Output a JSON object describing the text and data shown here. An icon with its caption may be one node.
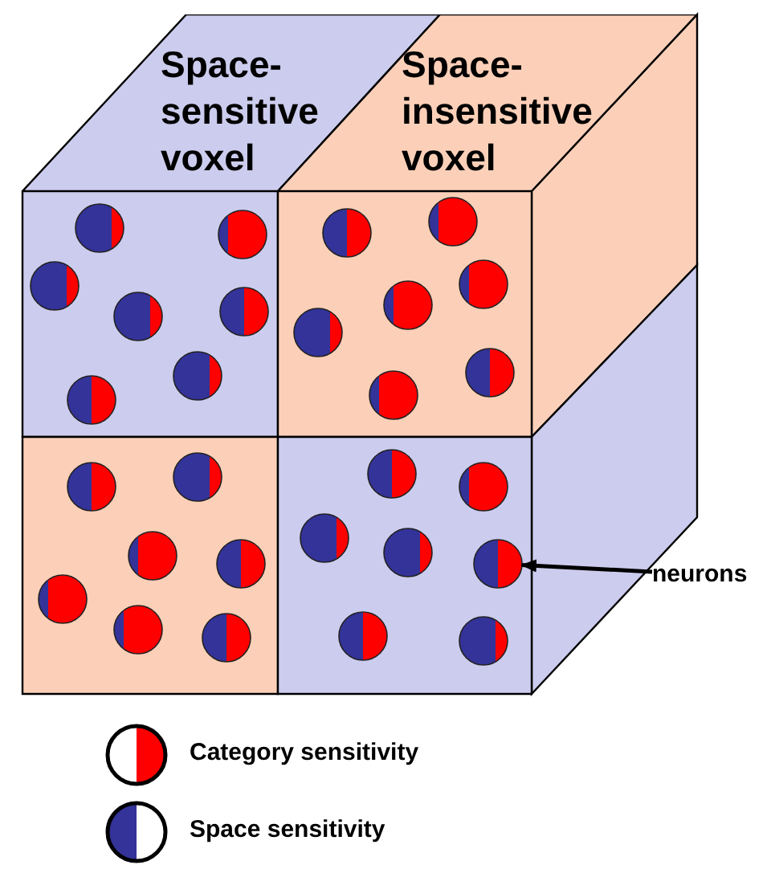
{
  "diagram": {
    "nodes": [
      {
        "text": [
          "Space-sensitive voxel"
        ]
      },
      {
        "text": [
          "Space-insensitive voxel"
        ]
      },
      {
        "text": [
          "neurons"
        ]
      },
      {
        "text": [],
        "shape": "circle"
      }
    ],
    "edges": [
      {
        "from": 2,
        "to": 3,
        "arrow": "to"
      }
    ],
    "legend": [
      {
        "text": "Category sensitivity"
      },
      {
        "text": "Space sensitivity"
      }
    ]
  }
}
